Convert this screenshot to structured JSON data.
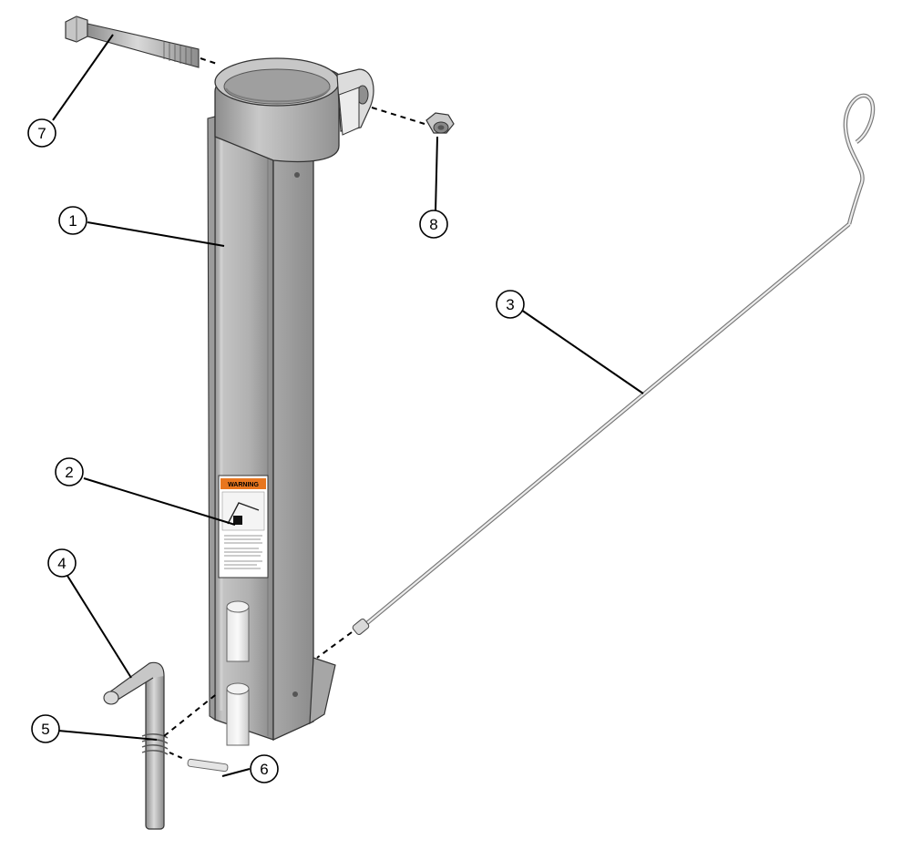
{
  "callouts": [
    {
      "id": "part-1",
      "number": "1"
    },
    {
      "id": "part-2",
      "number": "2"
    },
    {
      "id": "part-3",
      "number": "3"
    },
    {
      "id": "part-4",
      "number": "4"
    },
    {
      "id": "part-5",
      "number": "5"
    },
    {
      "id": "part-6",
      "number": "6"
    },
    {
      "id": "part-7",
      "number": "7"
    },
    {
      "id": "part-8",
      "number": "8"
    }
  ],
  "warning_label": {
    "heading": "WARNING",
    "accent_color": "#e8761e"
  },
  "colors": {
    "post_body": "#b2b2b2",
    "post_shadow": "#8f8f8f",
    "post_highlight": "#d2d2d2",
    "outline": "#333333",
    "leader": "#000000",
    "hardware": "#bdbdbd"
  }
}
